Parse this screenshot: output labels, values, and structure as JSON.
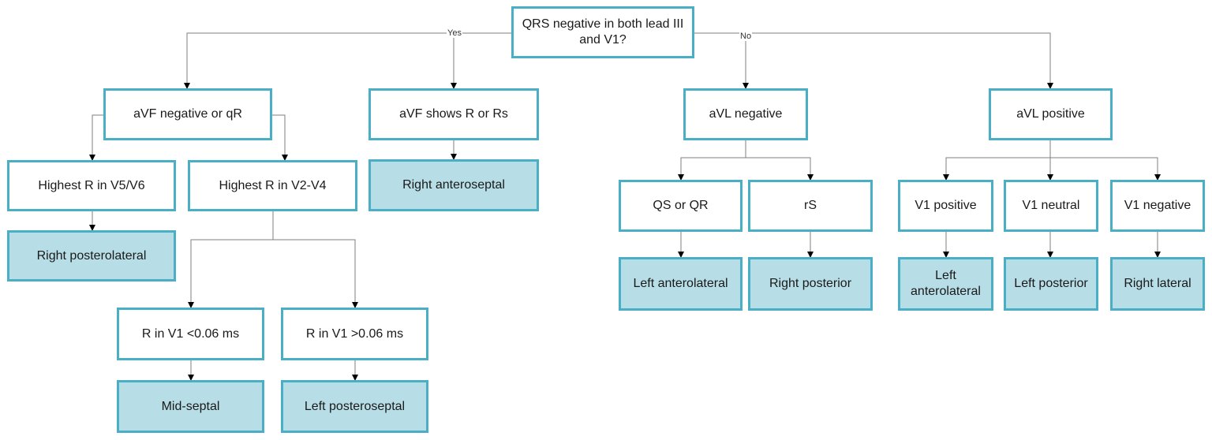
{
  "colors": {
    "border": "#4aaec4",
    "result_fill": "#b7dde6",
    "line": "#7f7f7f",
    "arrow": "#000000"
  },
  "edge_labels": {
    "yes": "Yes",
    "no": "No"
  },
  "nodes": {
    "root": "QRS negative in both lead III and V1?",
    "avf_neg": "aVF negative or qR",
    "avf_r": "aVF shows R or Rs",
    "avl_neg": "aVL negative",
    "avl_pos": "aVL positive",
    "highest_v5v6": "Highest R in V5/V6",
    "highest_v2v4": "Highest R in V2-V4",
    "right_anteroseptal": "Right anteroseptal",
    "right_posterolateral": "Right posterolateral",
    "r_v1_lt": "R in V1 <0.06 ms",
    "r_v1_gt": "R in V1 >0.06 ms",
    "mid_septal": "Mid-septal",
    "left_posteroseptal": "Left posteroseptal",
    "qs_qr": "QS or QR",
    "rs": "rS",
    "left_anterolateral_1": "Left anterolateral",
    "right_posterior": "Right posterior",
    "v1_positive": "V1 positive",
    "v1_neutral": "V1 neutral",
    "v1_negative": "V1 negative",
    "left_anterolateral_2": "Left anterolateral",
    "left_posterior": "Left posterior",
    "right_lateral": "Right lateral"
  }
}
